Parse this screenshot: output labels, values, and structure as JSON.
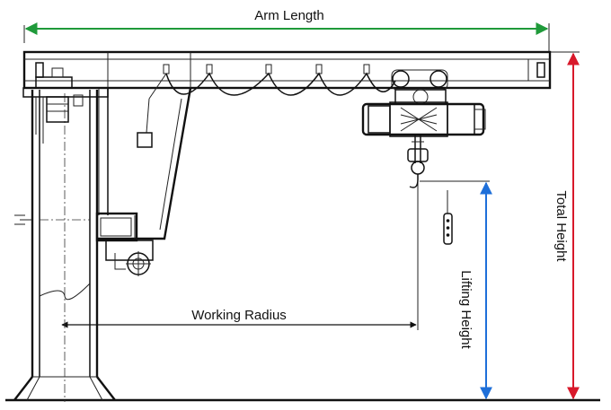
{
  "labels": {
    "arm_length": "Arm Length",
    "total_height": "Total Height",
    "lifting_height": "Lifting Height",
    "working_radius": "Working Radius"
  },
  "colors": {
    "arm_length_arrow": "#1f9a3a",
    "total_height_arrow": "#d8192b",
    "lifting_height_arrow": "#1e6fd9",
    "linework": "#111111"
  }
}
